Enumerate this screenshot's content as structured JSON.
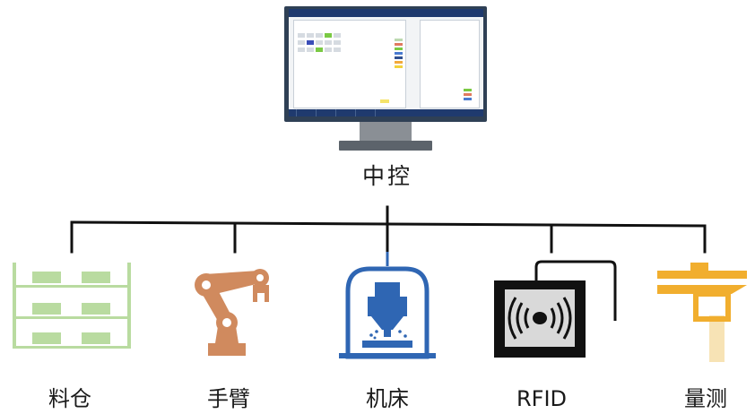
{
  "center": {
    "label": "中控"
  },
  "nodes": [
    {
      "label": "料仓"
    },
    {
      "label": "手臂"
    },
    {
      "label": "机床"
    },
    {
      "label": "RFID"
    },
    {
      "label": "量测"
    }
  ],
  "colors": {
    "warehouse": "#b9dba0",
    "robot_arm": "#d08a5e",
    "machine_tool": "#2f66b3",
    "rfid": "#111111",
    "rfid_inner": "#d9d9d9",
    "caliper": "#f1ae2e",
    "caliper_light": "#f7e3b5",
    "line": "#111111",
    "monitor_frame": "#2f4055"
  },
  "icons": [
    "monitor-icon",
    "shelf-icon",
    "robot-arm-icon",
    "cnc-machine-icon",
    "rfid-reader-icon",
    "caliper-icon"
  ]
}
